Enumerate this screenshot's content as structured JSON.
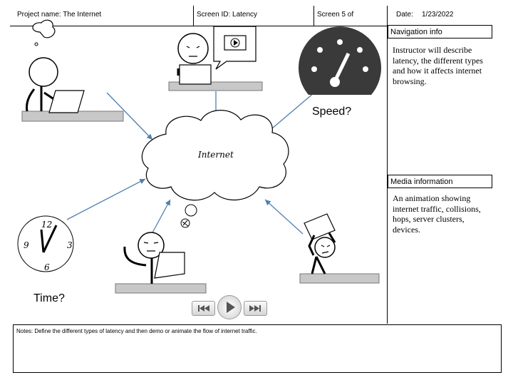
{
  "header": {
    "project": "Project name: The Internet",
    "screen_id": "Screen ID: Latency",
    "screen_num": "Screen 5 of",
    "date_label": "Date:",
    "date_value": "1/23/2022"
  },
  "sidebar": {
    "nav_title": "Navigation info",
    "nav_text": "Instructor will describe latency, the different types and how it affects internet browsing.",
    "media_title": "Media information",
    "media_text": "An animation showing internet traffic, collisions, hops, server clusters, devices."
  },
  "canvas": {
    "cloud_label": "Internet",
    "speed_label": "Speed?",
    "time_label": "Time?",
    "clock_numbers": [
      "12",
      "3",
      "6",
      "9"
    ]
  },
  "player": {
    "prev_icon": "skip-back-icon",
    "play_icon": "play-icon",
    "next_icon": "skip-forward-icon"
  },
  "notes": {
    "text": "Notes: Define the different types of latency and then demo or animate the flow of internet traffic."
  },
  "colors": {
    "arrow": "#4f7fb0",
    "desk": "#c8c8c8",
    "gauge": "#3a3a3a"
  }
}
